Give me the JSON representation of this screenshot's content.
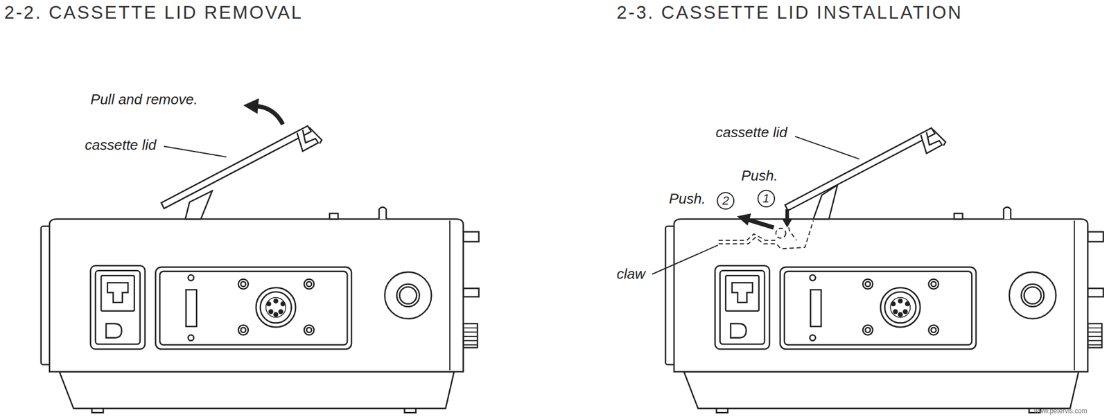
{
  "diagram": {
    "nodes": [
      {
        "text": [
          "1"
        ]
      },
      {
        "text": [
          "2"
        ]
      }
    ],
    "labels": [
      "2-2. CASSETTE LID REMOVAL",
      "2-3. CASSETTE LID INSTALLATION",
      "Pull and remove.",
      "cassette lid",
      "cassette lid",
      "Push.",
      "Push.",
      "claw",
      "www.petervis.com"
    ]
  }
}
